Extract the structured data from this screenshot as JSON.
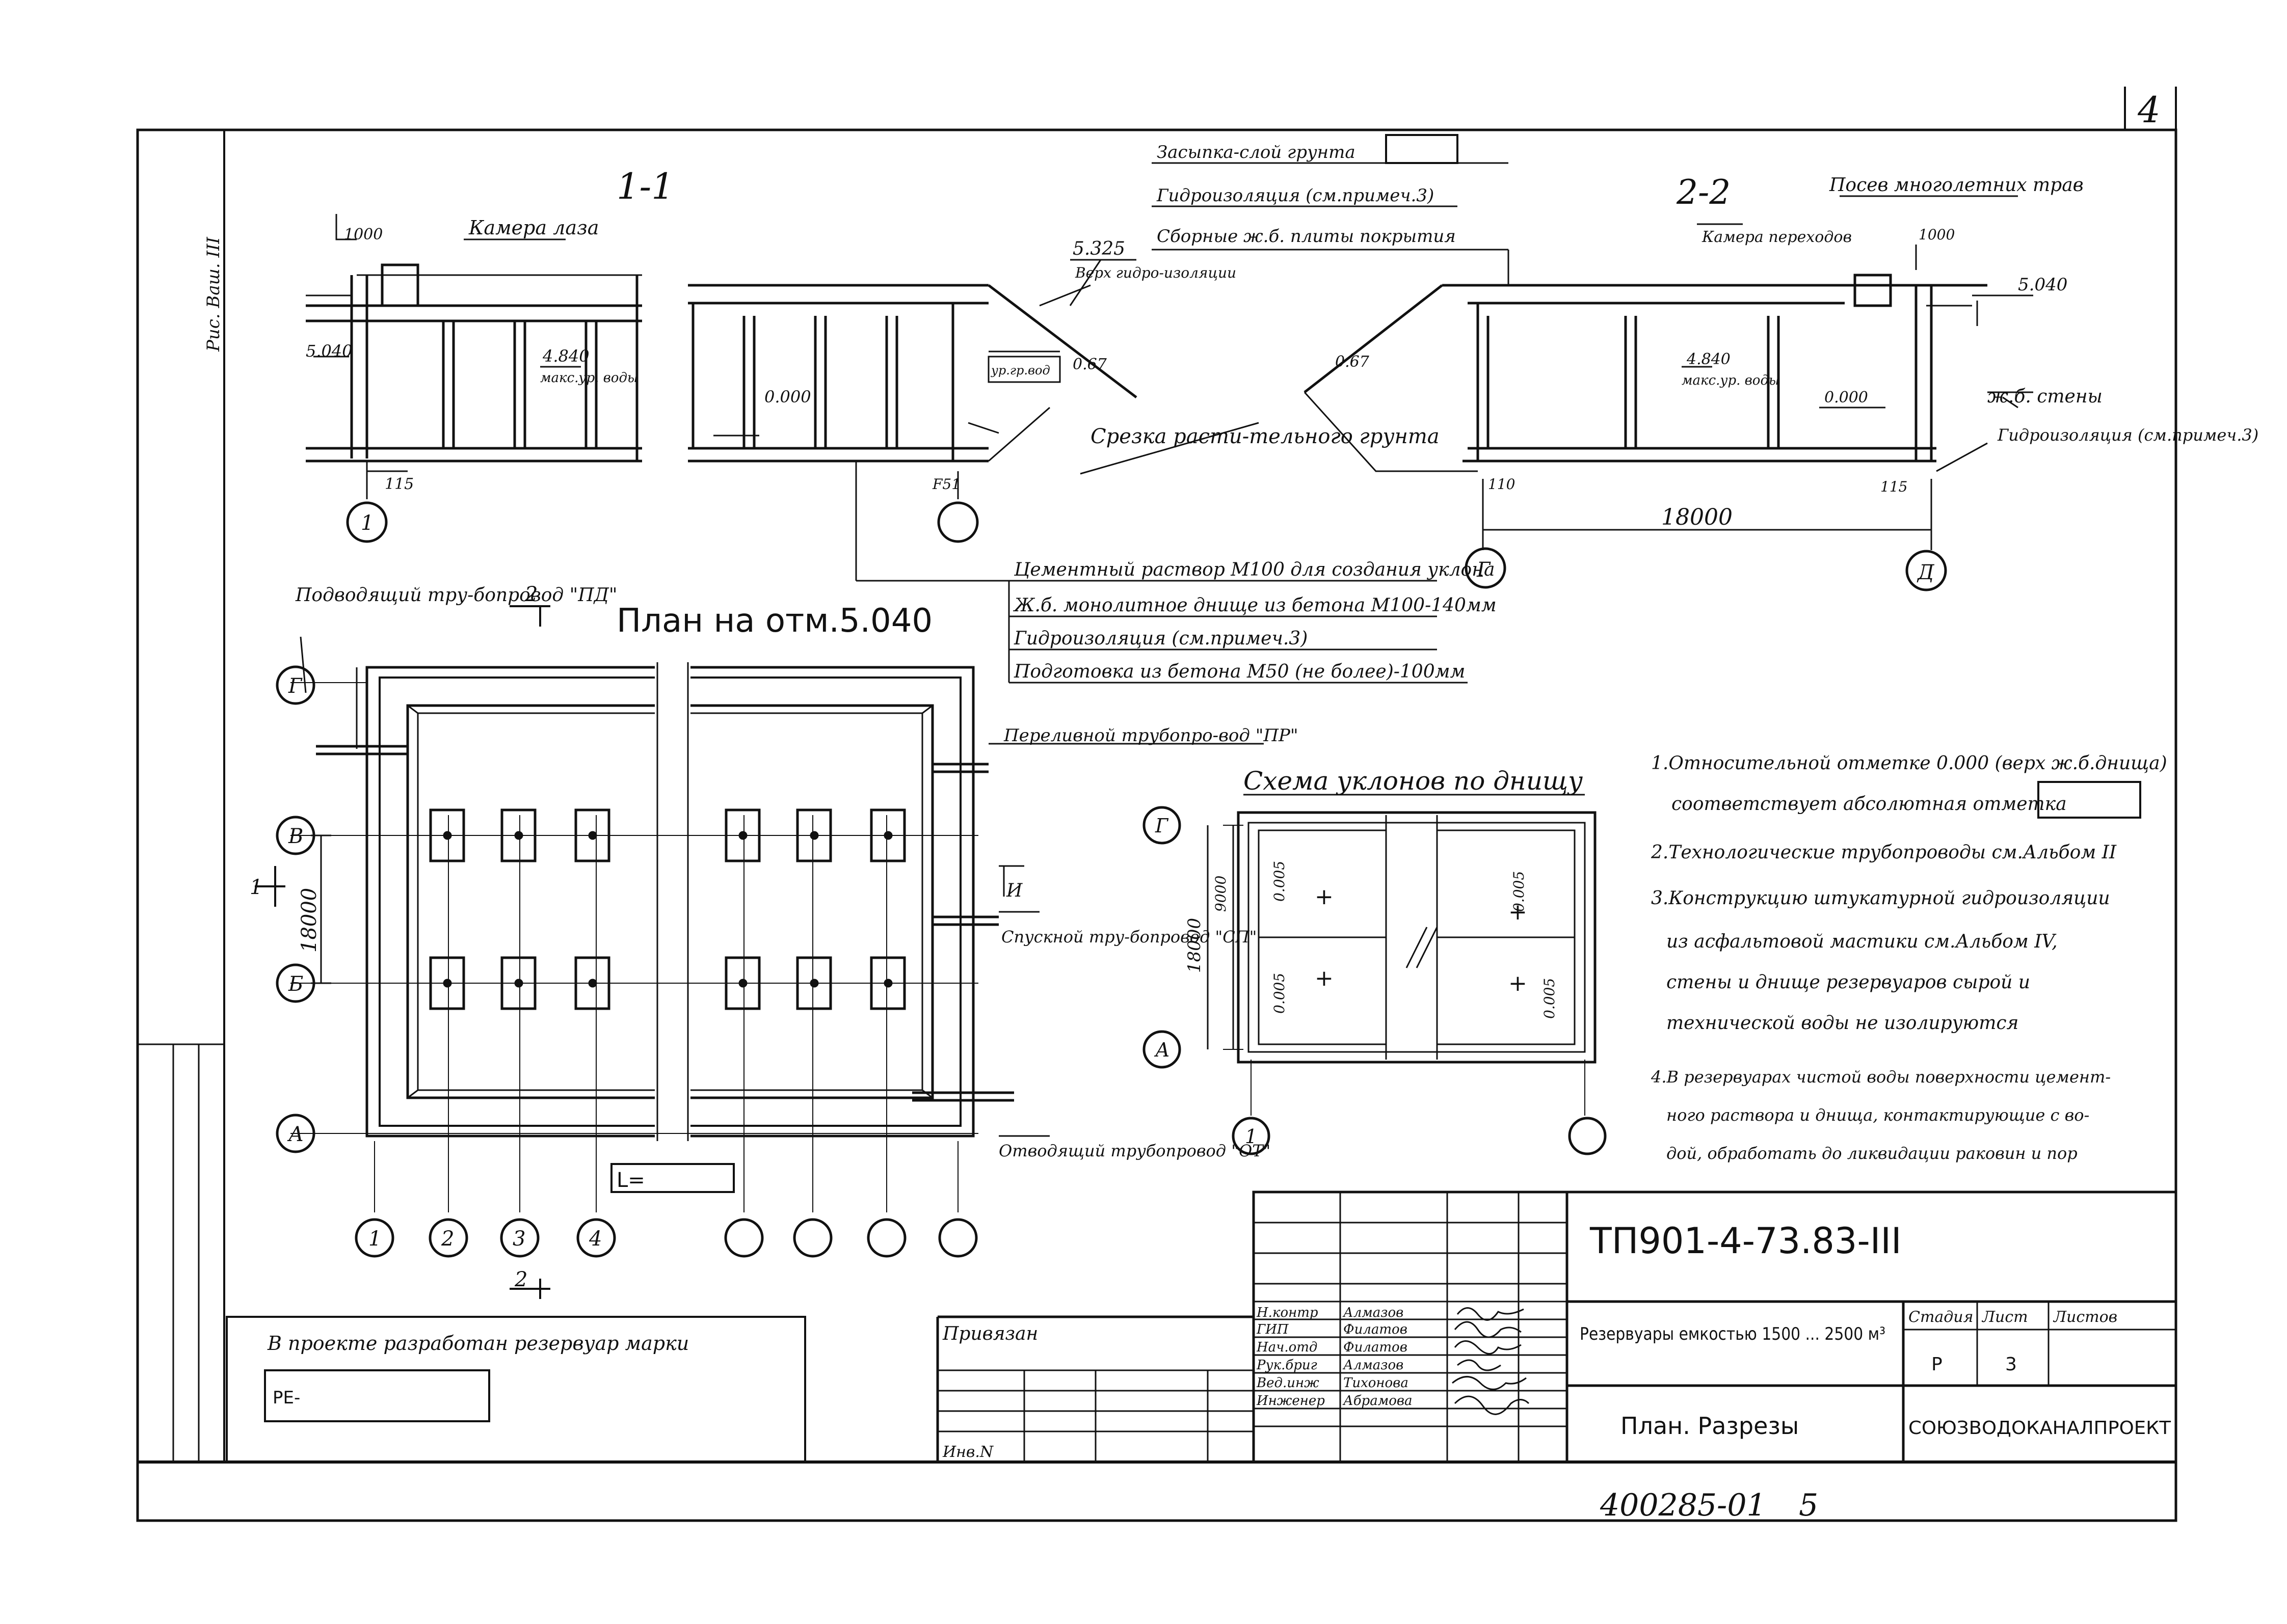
{
  "sheet": {
    "sheet_number": "4",
    "side_label": "Рис. Ваш. III",
    "archive_number": "400285-01",
    "archive_page": "5"
  },
  "section_1": {
    "title": "1-1",
    "kamera_label": "Камера лаза",
    "dim_1000": "1000",
    "level_5040": "5.040",
    "max_water": "4.840",
    "max_water_note": "макс.ур. воды",
    "dim_115": "115",
    "axis": "1"
  },
  "section_right_part": {
    "level_5325": "5.325",
    "top_gidro": "Верх гидро-изоляции",
    "level_0000": "0.000",
    "ur_gr_vod": "ур.гр.вод",
    "slope": "0.67",
    "srezka": "Срезка расти-тельного грунта",
    "dim_f51": "F51"
  },
  "layers_top": {
    "l1": "Засыпка-слой грунта",
    "l2": "Гидроизоляция (см.примеч.3)",
    "l3": "Сборные ж.б. плиты покрытия"
  },
  "section_2": {
    "title": "2-2",
    "posev": "Посев многолетних трав",
    "kamera": "Камера переходов",
    "dim_1000": "1000",
    "level_5040": "5.040",
    "slope": "0.67",
    "max_water": "4.840",
    "max_water_note": "макс.ур. воды",
    "level_0000": "0.000",
    "wall_note": "ж.б. стены",
    "gidro_note": "Гидроизоляция (см.примеч.3)",
    "dim_110": "110",
    "dim_115": "115",
    "dim_18000": "18000",
    "axis_g": "Г",
    "axis_d": "Д"
  },
  "layers_bottom": {
    "l1": "Цементный раствор М100 для создания уклона",
    "l2": "Ж.б. монолитное днище из бетона М100-140мм",
    "l3": "Гидроизоляция (см.примеч.3)",
    "l4": "Подготовка из бетона М50 (не более)-100мм"
  },
  "plan": {
    "title": "План на отм.5.040",
    "inlet": "Подводящий тру-бопровод \"ПД\"",
    "section_mark_2": "2",
    "section_mark_1": "1",
    "overflow": "Переливной трубопро-вод \"ПР\"",
    "drain": "Спускной тру-бопровод \"СП\"",
    "outlet": "Отводящий трубопровод \"ОТ\"",
    "dim_18000": "18000",
    "mark_l": "L=",
    "axes_rows": [
      "Г",
      "В",
      "Б",
      "А"
    ],
    "axes_cols": [
      "1",
      "2",
      "3",
      "4",
      "",
      "",
      "",
      ""
    ],
    "arrow_note": "И"
  },
  "slope_scheme": {
    "title": "Схема уклонов по днищу",
    "dim_18000": "18000",
    "dim_9000": "9000",
    "slope_value": "0.005",
    "axis_g": "Г",
    "axis_a": "А",
    "axis_1": "1"
  },
  "notes": {
    "n1a": "1.Относительной отметке 0.000 (верх ж.б.днища)",
    "n1b": "соответствует абсолютная отметка",
    "n2": "2.Технологические трубопроводы см.Альбом II",
    "n3a": "3.Конструкцию штукатурной гидроизоляции",
    "n3b": "из асфальтовой мастики см.Альбом IV,",
    "n3c": "стены и днище резервуаров сырой и",
    "n3d": "технической воды не изолируются",
    "n4a": "4.В резервуарах чистой воды поверхности цемент-",
    "n4b": "ного раствора и днища, контактирующие с во-",
    "n4c": "дой, обработать до ликвидации раковин и пор"
  },
  "project_note": {
    "text": "В проекте разработан резервуар марки",
    "value": "РЕ-"
  },
  "title_block": {
    "code": "ТП901-4-73.83-III",
    "privyazan": "Привязан",
    "inv_no": "Инв.N",
    "roles": [
      "Н.контр",
      "ГИП",
      "Нач.отд",
      "Рук.бриг",
      "Вед.инж",
      "Инженер"
    ],
    "names": [
      "Алмазов",
      "Филатов",
      "Филатов",
      "Алмазов",
      "Тихонова",
      "Абрамова"
    ],
    "object_name": "Резервуары емкостью 1500 ... 2500 м³",
    "sheet_title": "План. Разрезы",
    "stage_h": "Стадия",
    "sheet_h": "Лист",
    "sheets_h": "Листов",
    "stage_v": "Р",
    "sheet_v": "3",
    "org": "СОЮЗВОДОКАНАЛПРОЕКТ"
  }
}
